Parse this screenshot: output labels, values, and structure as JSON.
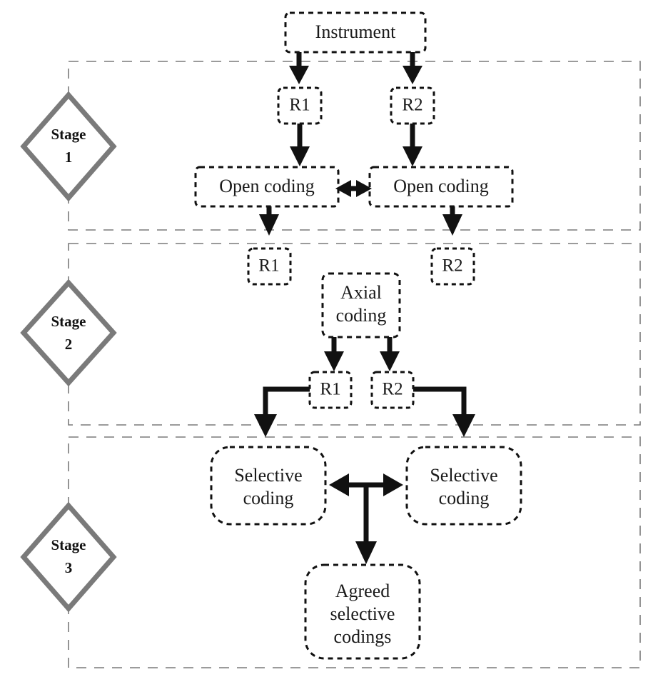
{
  "diagram": {
    "title": "Three-stage coding process flowchart",
    "colors": {
      "frame_stroke": "#7a7a7a",
      "node_stroke": "#111111",
      "diamond_stroke": "#7a7a7a",
      "arrow": "#111111",
      "background": "#ffffff"
    },
    "stages": [
      {
        "id": "stage-1",
        "name_line1": "Stage",
        "name_line2": "1"
      },
      {
        "id": "stage-2",
        "name_line1": "Stage",
        "name_line2": "2"
      },
      {
        "id": "stage-3",
        "name_line1": "Stage",
        "name_line2": "3"
      }
    ],
    "nodes": {
      "instrument": {
        "label": "Instrument"
      },
      "stage1_r1": {
        "label": "R1"
      },
      "stage1_r2": {
        "label": "R2"
      },
      "open_coding_left": {
        "label": "Open coding"
      },
      "open_coding_right": {
        "label": "Open coding"
      },
      "stage2_r1_top": {
        "label": "R1"
      },
      "stage2_r2_top": {
        "label": "R2"
      },
      "axial_coding": {
        "label_line1": "Axial",
        "label_line2": "coding"
      },
      "stage2_r1_bottom": {
        "label": "R1"
      },
      "stage2_r2_bottom": {
        "label": "R2"
      },
      "selective_coding_left": {
        "label_line1": "Selective",
        "label_line2": "coding"
      },
      "selective_coding_right": {
        "label_line1": "Selective",
        "label_line2": "coding"
      },
      "agreed_selective_codings": {
        "label_line1": "Agreed",
        "label_line2": "selective",
        "label_line3": "codings"
      }
    },
    "connectors": [
      {
        "id": "instrument-to-r1",
        "from": "instrument",
        "to": "stage1_r1",
        "type": "arrow"
      },
      {
        "id": "instrument-to-r2",
        "from": "instrument",
        "to": "stage1_r2",
        "type": "arrow"
      },
      {
        "id": "r1-to-open-coding-left",
        "from": "stage1_r1",
        "to": "open_coding_left",
        "type": "arrow"
      },
      {
        "id": "r2-to-open-coding-right",
        "from": "stage1_r2",
        "to": "open_coding_right",
        "type": "arrow"
      },
      {
        "id": "open-coding-compare",
        "from": "open_coding_left",
        "to": "open_coding_right",
        "type": "double-arrow"
      },
      {
        "id": "open-coding-left-to-r1",
        "from": "open_coding_left",
        "to": "stage2_r1_top",
        "type": "arrow"
      },
      {
        "id": "open-coding-right-to-r2",
        "from": "open_coding_right",
        "to": "stage2_r2_top",
        "type": "arrow"
      },
      {
        "id": "axial-to-r1",
        "from": "axial_coding",
        "to": "stage2_r1_bottom",
        "type": "arrow"
      },
      {
        "id": "axial-to-r2",
        "from": "axial_coding",
        "to": "stage2_r2_bottom",
        "type": "arrow"
      },
      {
        "id": "r1-to-selective-left",
        "from": "stage2_r1_bottom",
        "to": "selective_coding_left",
        "type": "elbow-arrow"
      },
      {
        "id": "r2-to-selective-right",
        "from": "stage2_r2_bottom",
        "to": "selective_coding_right",
        "type": "elbow-arrow"
      },
      {
        "id": "selective-compare",
        "from": "selective_coding_left",
        "to": "selective_coding_right",
        "type": "double-arrow"
      },
      {
        "id": "selective-to-agreed",
        "from": "selective-compare",
        "to": "agreed_selective_codings",
        "type": "arrow"
      }
    ]
  }
}
